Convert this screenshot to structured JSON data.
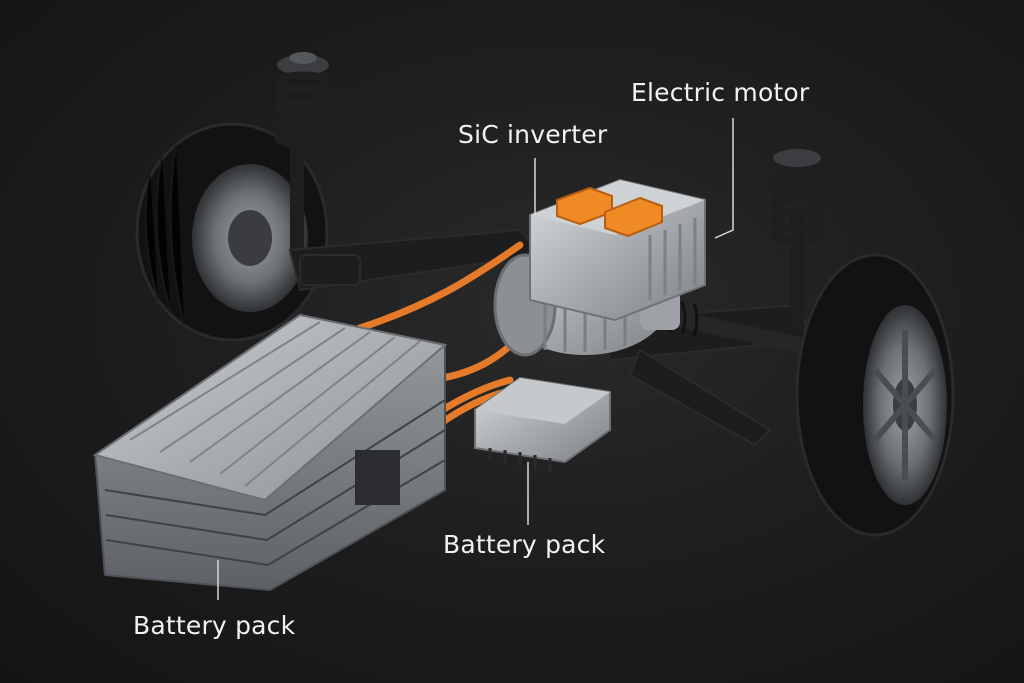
{
  "labels": {
    "electric_motor": "Electric motor",
    "sic_inverter": "SiC inverter",
    "battery_pack_module": "Battery pack",
    "battery_pack_main": "Battery pack"
  },
  "colors": {
    "background": "#1b1b1b",
    "cable": "#e47a2a",
    "connector": "#f08a24",
    "housing": "#b9bcbf",
    "tire": "#101010",
    "label_text": "#f2f2f2",
    "leader_line": "#d8d8d8"
  }
}
